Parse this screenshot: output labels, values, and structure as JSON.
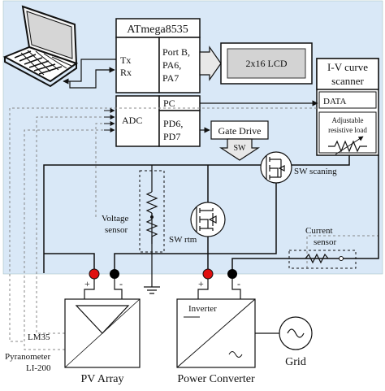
{
  "colors": {
    "panel_bg": "#d9e8f7",
    "box_fill": "#ffffff",
    "line": "#111111",
    "dashed": "#888888",
    "arrow_fill": "#e8e8e8",
    "terminal_red": "#e01010",
    "terminal_black": "#000000"
  },
  "mcu": {
    "title": "ATmega8535",
    "tx": "Tx",
    "rx": "Rx",
    "port_b": "Port B,",
    "pa6": "PA6,",
    "pa7": "PA7",
    "adc": "ADC",
    "pc": "PC",
    "pd6": "PD6,",
    "pd7": "PD7"
  },
  "lcd": {
    "label": "2x16 LCD"
  },
  "iv_scanner": {
    "title_line1": "I-V curve",
    "title_line2": "scanner",
    "data_label": "DATA",
    "load_line1": "Adjustable",
    "load_line2": "resistive load"
  },
  "gate_drive": {
    "label": "Gate Drive",
    "sw_label": "SW"
  },
  "switches": {
    "scanning": "SW scaning",
    "rtm": "SW rtm"
  },
  "sensors": {
    "voltage_line1": "Voltage",
    "voltage_line2": "sensor",
    "current_line1": "Current",
    "current_line2": "sensor",
    "lm35": "LM35",
    "pyranometer_line1": "Pyranometer",
    "pyranometer_line2": "LI-200"
  },
  "terminals": {
    "plus": "+",
    "minus": "-"
  },
  "bottom": {
    "pv_array": "PV Array",
    "inverter": "Inverter",
    "power_converter": "Power Converter",
    "grid": "Grid"
  },
  "icons": [
    "laptop-icon",
    "lcd-arrow-icon",
    "mosfet-icon",
    "sine-icon",
    "ground-icon",
    "resistor-icon"
  ]
}
